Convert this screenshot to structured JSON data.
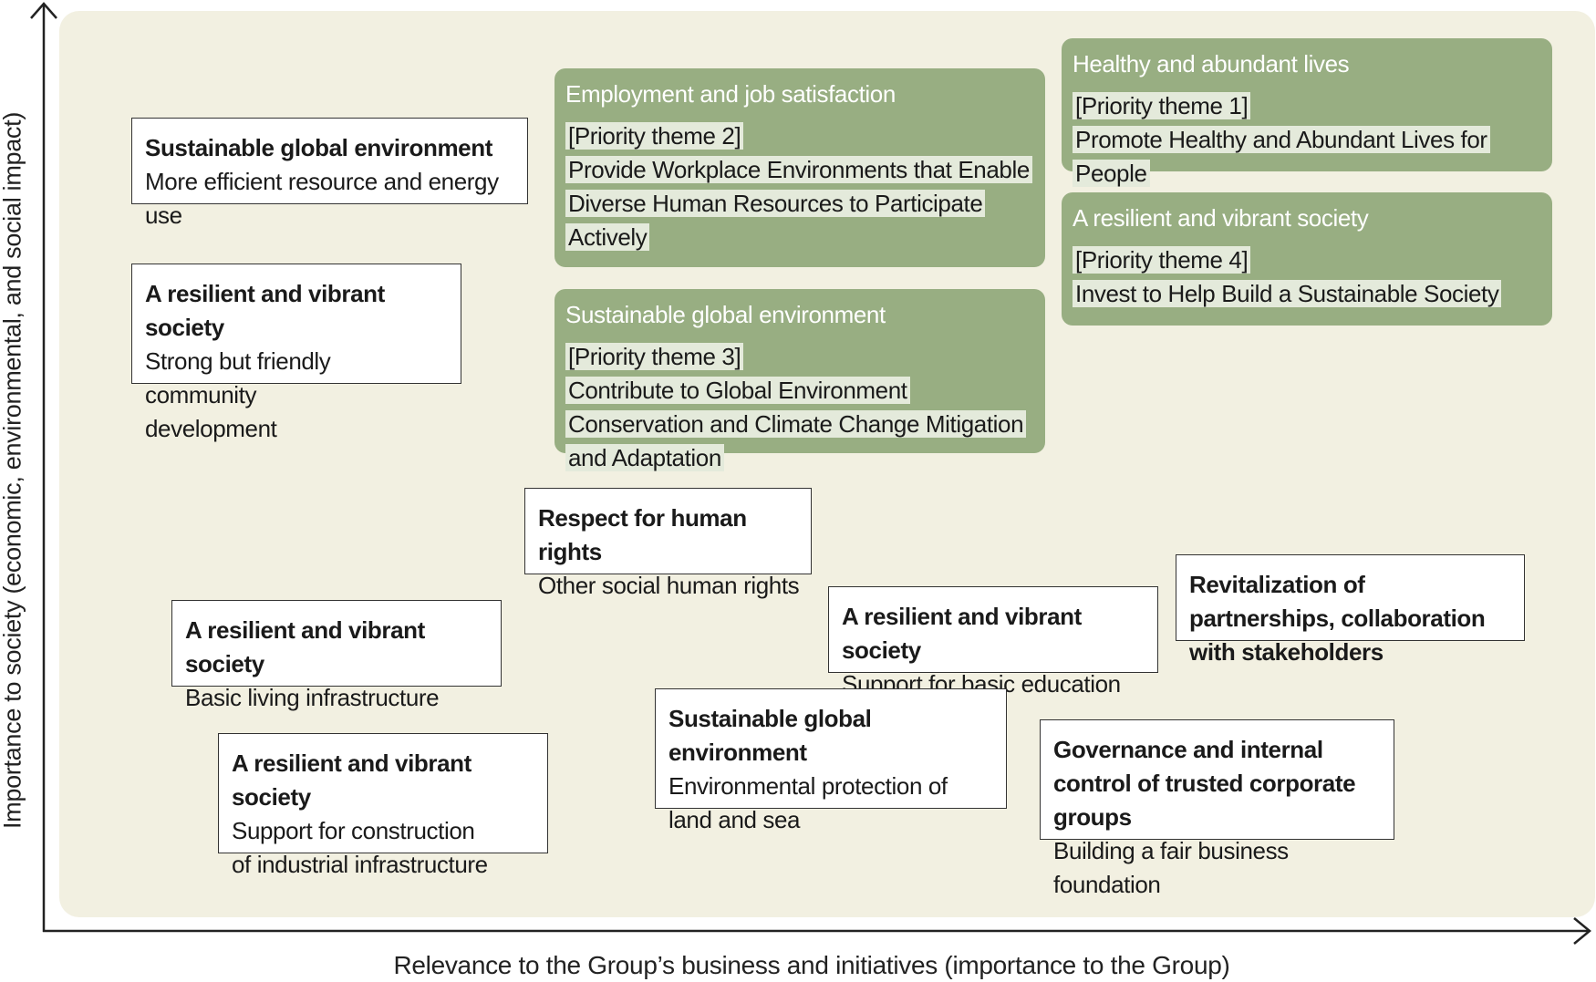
{
  "axes": {
    "y_label": "Importance to society (economic, environmental, and social impact)",
    "x_label": "Relevance to the Group’s business and initiatives (importance to the Group)"
  },
  "priority_themes": [
    {
      "group": "Employment and job satisfaction",
      "theme": "[Priority theme 2]",
      "title": "Provide Workplace Environments that Enable Diverse Human Resources to Participate Actively"
    },
    {
      "group": "Healthy and abundant lives",
      "theme": "[Priority theme 1]",
      "title": "Promote Healthy and Abundant Lives for People"
    },
    {
      "group": "A resilient and vibrant society",
      "theme": "[Priority theme 4]",
      "title": "Invest to Help Build a Sustainable Society"
    },
    {
      "group": "Sustainable global environment",
      "theme": "[Priority theme 3]",
      "title": "Contribute to Global Environment Conservation and Climate Change Mitigation and Adaptation"
    }
  ],
  "issues": [
    {
      "title": "Sustainable global environment",
      "subtitle": "More efficient resource and energy use"
    },
    {
      "title": "A resilient and vibrant society",
      "subtitle": "Strong but friendly community development"
    },
    {
      "title": "Respect for human rights",
      "subtitle": "Other social human rights"
    },
    {
      "title": "A resilient and vibrant society",
      "subtitle": "Basic living infrastructure"
    },
    {
      "title": "A resilient and vibrant society",
      "subtitle": "Support for basic education"
    },
    {
      "title": "Revitalization of partnerships, collaboration with stakeholders",
      "subtitle": ""
    },
    {
      "title": "A resilient and vibrant society",
      "subtitle": "Support for construction of industrial infrastructure"
    },
    {
      "title": "Sustainable global environment",
      "subtitle": "Environmental protection of land and sea"
    },
    {
      "title": "Governance and internal control of trusted corporate groups",
      "subtitle": "Building a fair business foundation"
    }
  ],
  "colors": {
    "panel": "#f2f0e1",
    "priority_box": "#98ae82",
    "priority_highlight": "#e4eadb",
    "axis": "#222222"
  }
}
